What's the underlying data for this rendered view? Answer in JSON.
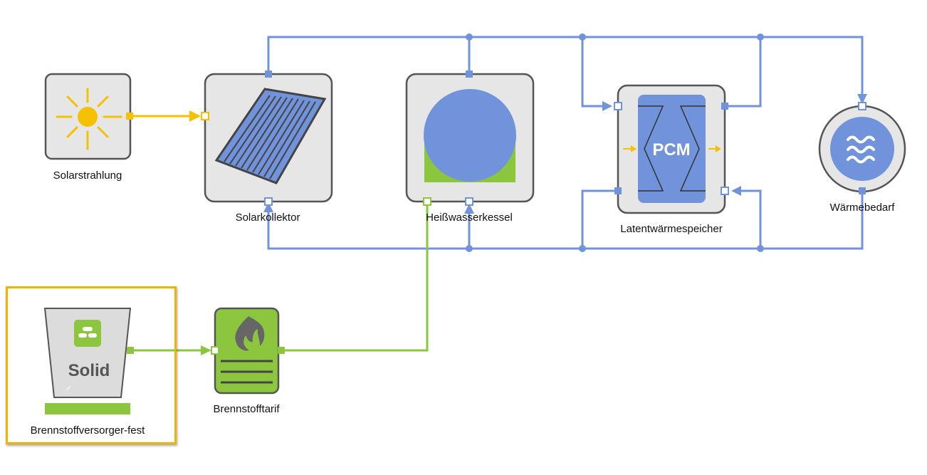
{
  "components": {
    "sun": {
      "label": "Solarstrahlung"
    },
    "collector": {
      "label": "Solarkollektor"
    },
    "boiler": {
      "label": "Heißwasserkessel"
    },
    "storage": {
      "label": "Latentwärmespeicher",
      "badge": "PCM"
    },
    "demand": {
      "label": "Wärmebedarf"
    },
    "supplier": {
      "label": "Brennstoffversorger-fest",
      "badge": "Solid",
      "selected": true
    },
    "tariff": {
      "label": "Brennstofftarif"
    }
  },
  "colors": {
    "pipe_blue": "#7093db",
    "solar_yellow": "#f5c000",
    "fuel_green": "#8cc63f",
    "node_fill": "#e6e6e6",
    "node_border": "#555555",
    "selection": "#f0b400"
  },
  "icons": {
    "sun": "sun-icon",
    "collector": "solar-panel-icon",
    "boiler": "boiler-tank-icon",
    "storage": "pcm-heat-exchanger-icon",
    "demand": "heat-waves-icon",
    "supplier": "fuel-bin-icon",
    "tariff": "flame-icon"
  }
}
